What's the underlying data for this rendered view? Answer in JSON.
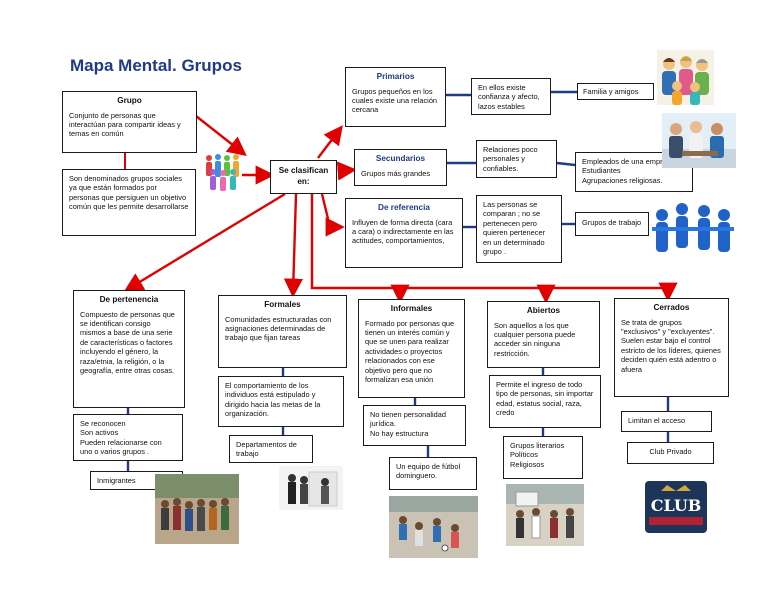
{
  "title": "Mapa Mental. Grupos",
  "grupo": {
    "heading": "Grupo",
    "definition": "Conjunto de personas que interactúan para compartir ideas y temas en común",
    "description": "Son denominados grupos sociales ya que están formados por personas que persiguen un objetivo común que les permite desarrollarse"
  },
  "clasifican": "Se clasifican en:",
  "primarios": {
    "heading": "Primarios",
    "text": "Grupos pequeños en los cuales existe una relación cercana",
    "detail": "En ellos existe confianza y afecto, lazos estables",
    "example": "Familia y amigos"
  },
  "secundarios": {
    "heading": "Secundarios",
    "text": "Grupos más grandes",
    "detail": "Relaciones poco personales y confiables.",
    "example_lines": [
      "Empleados de una empresa",
      "Estudiantes",
      "Agrupaciones religiosas."
    ]
  },
  "referencia": {
    "heading": "De referencia",
    "text": "Influyen de forma  directa (cara a cara) o indirectamente en las actitudes, comportamientos,",
    "detail": "Las personas se comparan ; no se pertenecen pero quieren pertenecer en un determinado grupo .",
    "example": "Grupos de trabajo"
  },
  "pertenencia": {
    "heading": "De pertenencia",
    "text": "Compuesto de personas que se identifican consigo mismos a base de una serie de características o factores incluyendo el género, la raza/etnia, la religión, o la geografía, entre otras cosas.",
    "detail_lines": [
      "Se reconocen",
      "Son activos",
      "Pueden relacionarse con uno o varios grupos ."
    ],
    "example": "Inmigrantes"
  },
  "formales": {
    "heading": "Formales",
    "text": "Comunidades estructuradas con asignaciones determinadas de trabajo que fijan tareas",
    "detail": "El comportamiento de los individuos está estipulado y dirigido hacia las metas de la organización.",
    "example": "Departamentos de trabajo"
  },
  "informales": {
    "heading": "Informales",
    "text": "Formado por personas que tienen un interés común y que se unen para realizar actividades o proyectos relacionados con ese objetivo pero que no formalizan esa unión",
    "detail_lines": [
      "No tienen personalidad jurídica.",
      "No hay estructura"
    ],
    "example": "Un equipo de fútbol dominguero."
  },
  "abiertos": {
    "heading": "Abiertos",
    "text": "Son aquellos a los que cualquier persona puede acceder sin ninguna restricción.",
    "detail": "Permite el ingreso de todo tipo de personas, sin importar edad, estatus social, raza, credo",
    "example_lines": [
      "Grupos literarios",
      "Políticos",
      "Religiosos"
    ]
  },
  "cerrados": {
    "heading": "Cerrados",
    "text": "Se trata de grupos \"exclusivos\" y \"excluyentes\". Suelen estar bajo el control estricto de los líderes, quienes deciden quién está adentro o afuera",
    "detail": "Limitan el acceso",
    "example": "Club Privado",
    "logo_text": "CLUB"
  },
  "colors": {
    "title": "#1f3b86",
    "arrow": "#e00000",
    "connector": "#1f3b86"
  }
}
